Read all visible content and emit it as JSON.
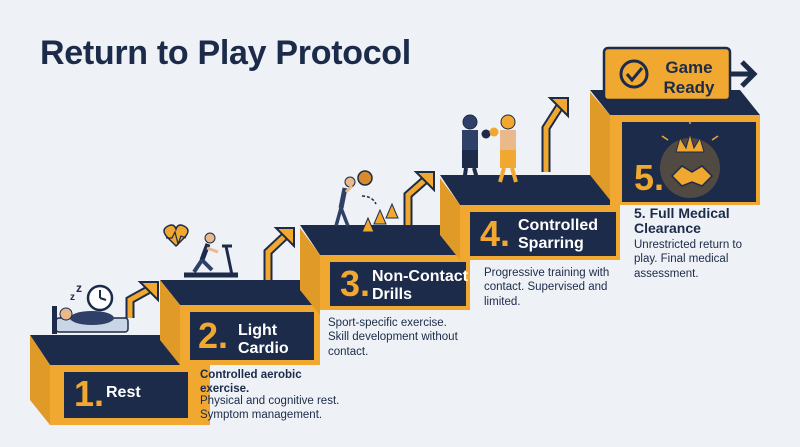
{
  "title": "Return to Play Protocol",
  "colors": {
    "navy": "#1c2b4a",
    "gold": "#f0a830",
    "background": "#eef1f5"
  },
  "steps": [
    {
      "number": "1.",
      "name": "Rest",
      "icon": "sleeping-person-clock-icon",
      "description": "Physical and cognitive rest. Symptom management."
    },
    {
      "number": "2.",
      "name": "Light Cardio",
      "icon": "treadmill-runner-heart-icon",
      "description_title": "Controlled aerobic exercise.",
      "description": ""
    },
    {
      "number": "3.",
      "name": "Non-Contact Drills",
      "icon": "ball-cones-drill-icon",
      "description": "Sport-specific exercise. Skill development without contact."
    },
    {
      "number": "4.",
      "name": "Controlled Sparring",
      "icon": "boxers-sparring-icon",
      "description": "Progressive training with contact. Supervised and limited."
    },
    {
      "number": "5.",
      "name": "5. Full Medical Clearance",
      "icon": "handshake-crown-icon",
      "description": "Unrestricted return to play. Final medical assessment."
    }
  ],
  "final": {
    "label": "Game Ready",
    "icon": "checkmark-circle-icon"
  }
}
